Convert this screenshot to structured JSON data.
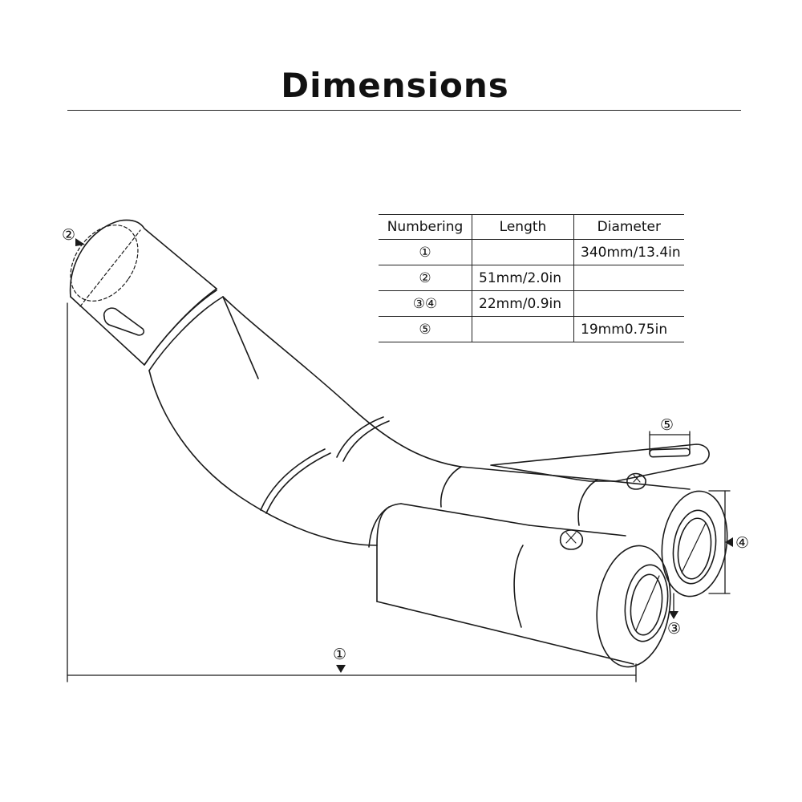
{
  "title": "Dimensions",
  "table": {
    "headers": [
      "Numbering",
      "Length",
      "Diameter"
    ],
    "rows": [
      {
        "numbering": "①",
        "length": "",
        "diameter": "340mm/13.4in"
      },
      {
        "numbering": "②",
        "length": "51mm/2.0in",
        "diameter": ""
      },
      {
        "numbering": "③④",
        "length": "22mm/0.9in",
        "diameter": ""
      },
      {
        "numbering": "⑤",
        "length": "",
        "diameter": "19mm0.75in"
      }
    ]
  },
  "callouts": {
    "one": "①",
    "two": "②",
    "three": "③",
    "four": "④",
    "five": "⑤"
  }
}
